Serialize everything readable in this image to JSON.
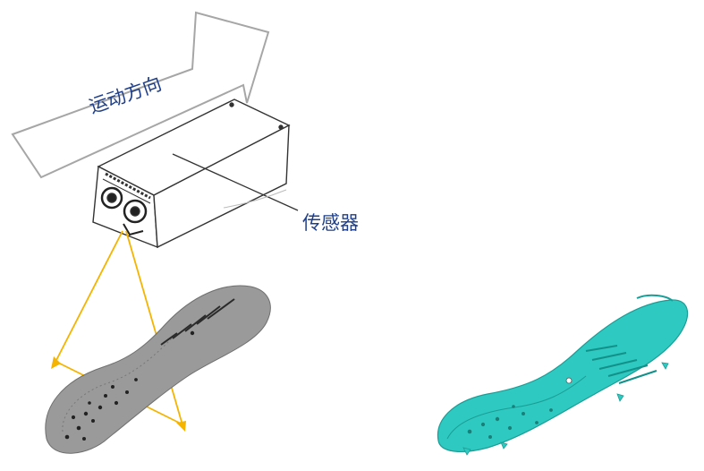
{
  "labels": {
    "motion_direction": "运动方向",
    "sensor": "传感器"
  },
  "colors": {
    "label_text": "#1f3f8a",
    "arrow_outline": "#a6a6a6",
    "laser_lines": "#f4b400",
    "sensor_outline": "#333333",
    "insole_scan": "#8f8f8f",
    "insole_model": "#2ec9c0"
  },
  "icons": {
    "arrow": "motion-arrow",
    "sensor": "laser-sensor-box",
    "scan": "insole-pointcloud",
    "model": "insole-3d-model"
  }
}
